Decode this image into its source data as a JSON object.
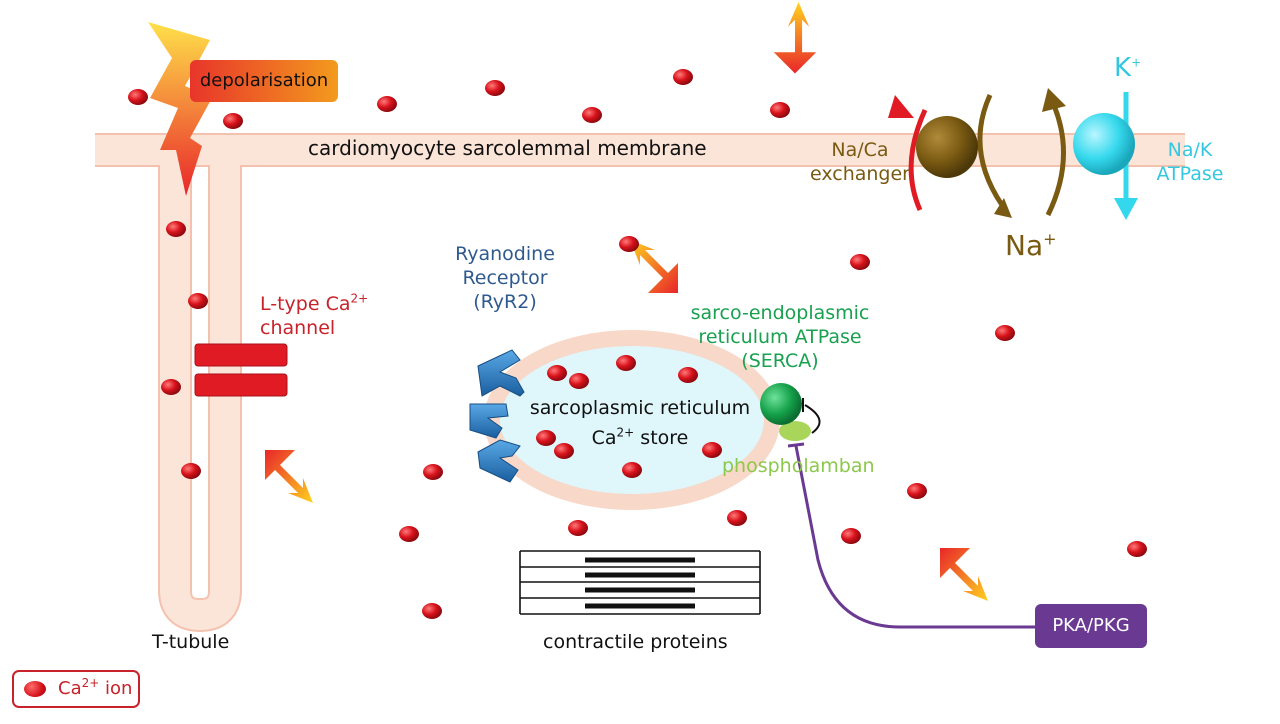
{
  "labels": {
    "depolarisation": "depolarisation",
    "membrane": "cardiomyocyte sarcolemmal membrane",
    "ncx_line1": "Na/Ca",
    "ncx_line2": "exchanger",
    "k_ion": "K",
    "k_charge": "+",
    "na_ion": "Na",
    "na_charge": "+",
    "nak_line1": "Na/K",
    "nak_line2": "ATPase",
    "ltype_line1": "L-type Ca",
    "ltype_sup": "2+",
    "ltype_line2": "channel",
    "ryr_line1": "Ryanodine",
    "ryr_line2": "Receptor",
    "ryr_line3": "(RyR2)",
    "serca_line1": "sarco-endoplasmic",
    "serca_line2": "reticulum ATPase",
    "serca_line3": "(SERCA)",
    "sr_line1": "sarcoplasmic reticulum",
    "sr_line2_prefix": "Ca",
    "sr_line2_sup": "2+",
    "sr_line2_suffix": " store",
    "phospholamban": "phospholamban",
    "ttubule": "T-tubule",
    "contractile": "contractile proteins",
    "pka": "PKA/PKG",
    "legend_prefix": "Ca",
    "legend_sup": "2+",
    "legend_suffix": " ion"
  },
  "colors": {
    "membrane": "#f9ddd0",
    "membrane_edge": "#f3c1ad",
    "ca_ion": "#d4111a",
    "sr_fill": "#dff6fb",
    "ryr": "#1f6fb5",
    "serca": "#1aa150",
    "phospholamban": "#a9d65a",
    "ncx": "#7a5a12",
    "nak": "#33d8ec",
    "pka": "#6a3a93",
    "ltype": "#e01b24"
  },
  "icons": [
    "lightning-bolt-icon",
    "arrow-icon",
    "calcium-ion-icon"
  ]
}
